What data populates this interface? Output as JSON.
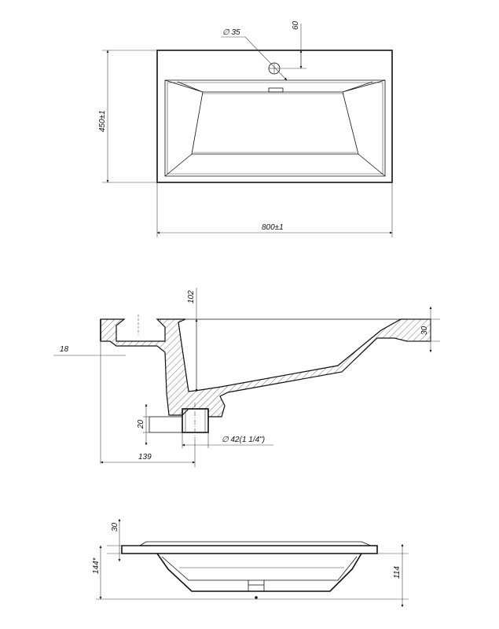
{
  "top_view": {
    "tap_hole_diameter": "∅ 35",
    "tap_hole_offset": "60",
    "depth": "450±1",
    "width": "800±1"
  },
  "section_view": {
    "rim_height_top": "102",
    "rim_thickness_left": "18",
    "rim_thickness_right": "30",
    "outlet_height": "20",
    "outlet_offset": "139",
    "outlet_diameter": "∅ 42(1 1/4\")"
  },
  "side_view": {
    "rim_thickness": "30",
    "total_height": "144*",
    "body_height": "114"
  }
}
